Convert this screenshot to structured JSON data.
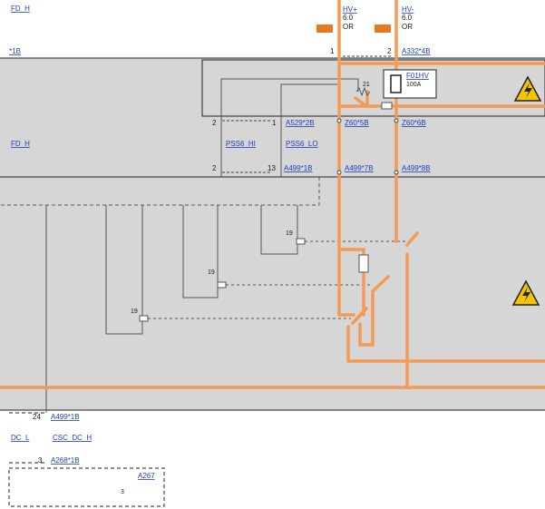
{
  "colors": {
    "power": "#f59a55",
    "band": "#d6d6d6",
    "frame": "#222222",
    "wire": "#555555",
    "link": "#1f3fbf",
    "warning": "#f5c400",
    "fuse_box": "#e87722"
  },
  "icons": [
    "warning-high-voltage-icon",
    "warning-high-voltage-icon"
  ],
  "top": {
    "left_ref": "FD_H",
    "row_ref": "*1B",
    "hv_plus": {
      "name": "HV+",
      "value": "6.0",
      "color": "OR"
    },
    "hv_minus": {
      "name": "HV-",
      "value": "6.0",
      "color": "OR"
    },
    "pin_left": "1",
    "pin_right": "2",
    "conn_ref": "A332*4B"
  },
  "fuse": {
    "name": "F01HV",
    "rating": "100A",
    "pin": "21"
  },
  "mid": {
    "pin_a": "2",
    "pin_b": "1",
    "ref_a": "A529*2B",
    "ref_b": "Z60*5B",
    "ref_c": "Z60*6B",
    "left_ref": "FD_H",
    "sig_hi": "PSS6_HI",
    "sig_lo": "PSS6_LO",
    "pin_c": "2",
    "pin_d": "13",
    "ref_d": "A499*1B",
    "ref_e": "A499*7B",
    "ref_f": "A499*8B"
  },
  "relays": [
    "19",
    "19",
    "19"
  ],
  "bottom": {
    "pin_a": "24",
    "ref_a": "A499*1B",
    "left_sig": "DC_L",
    "sig": "CSC_DC_H",
    "pin_b": "3",
    "ref_b": "A268*1B",
    "box_ref": "A267",
    "box_pin": "3"
  }
}
